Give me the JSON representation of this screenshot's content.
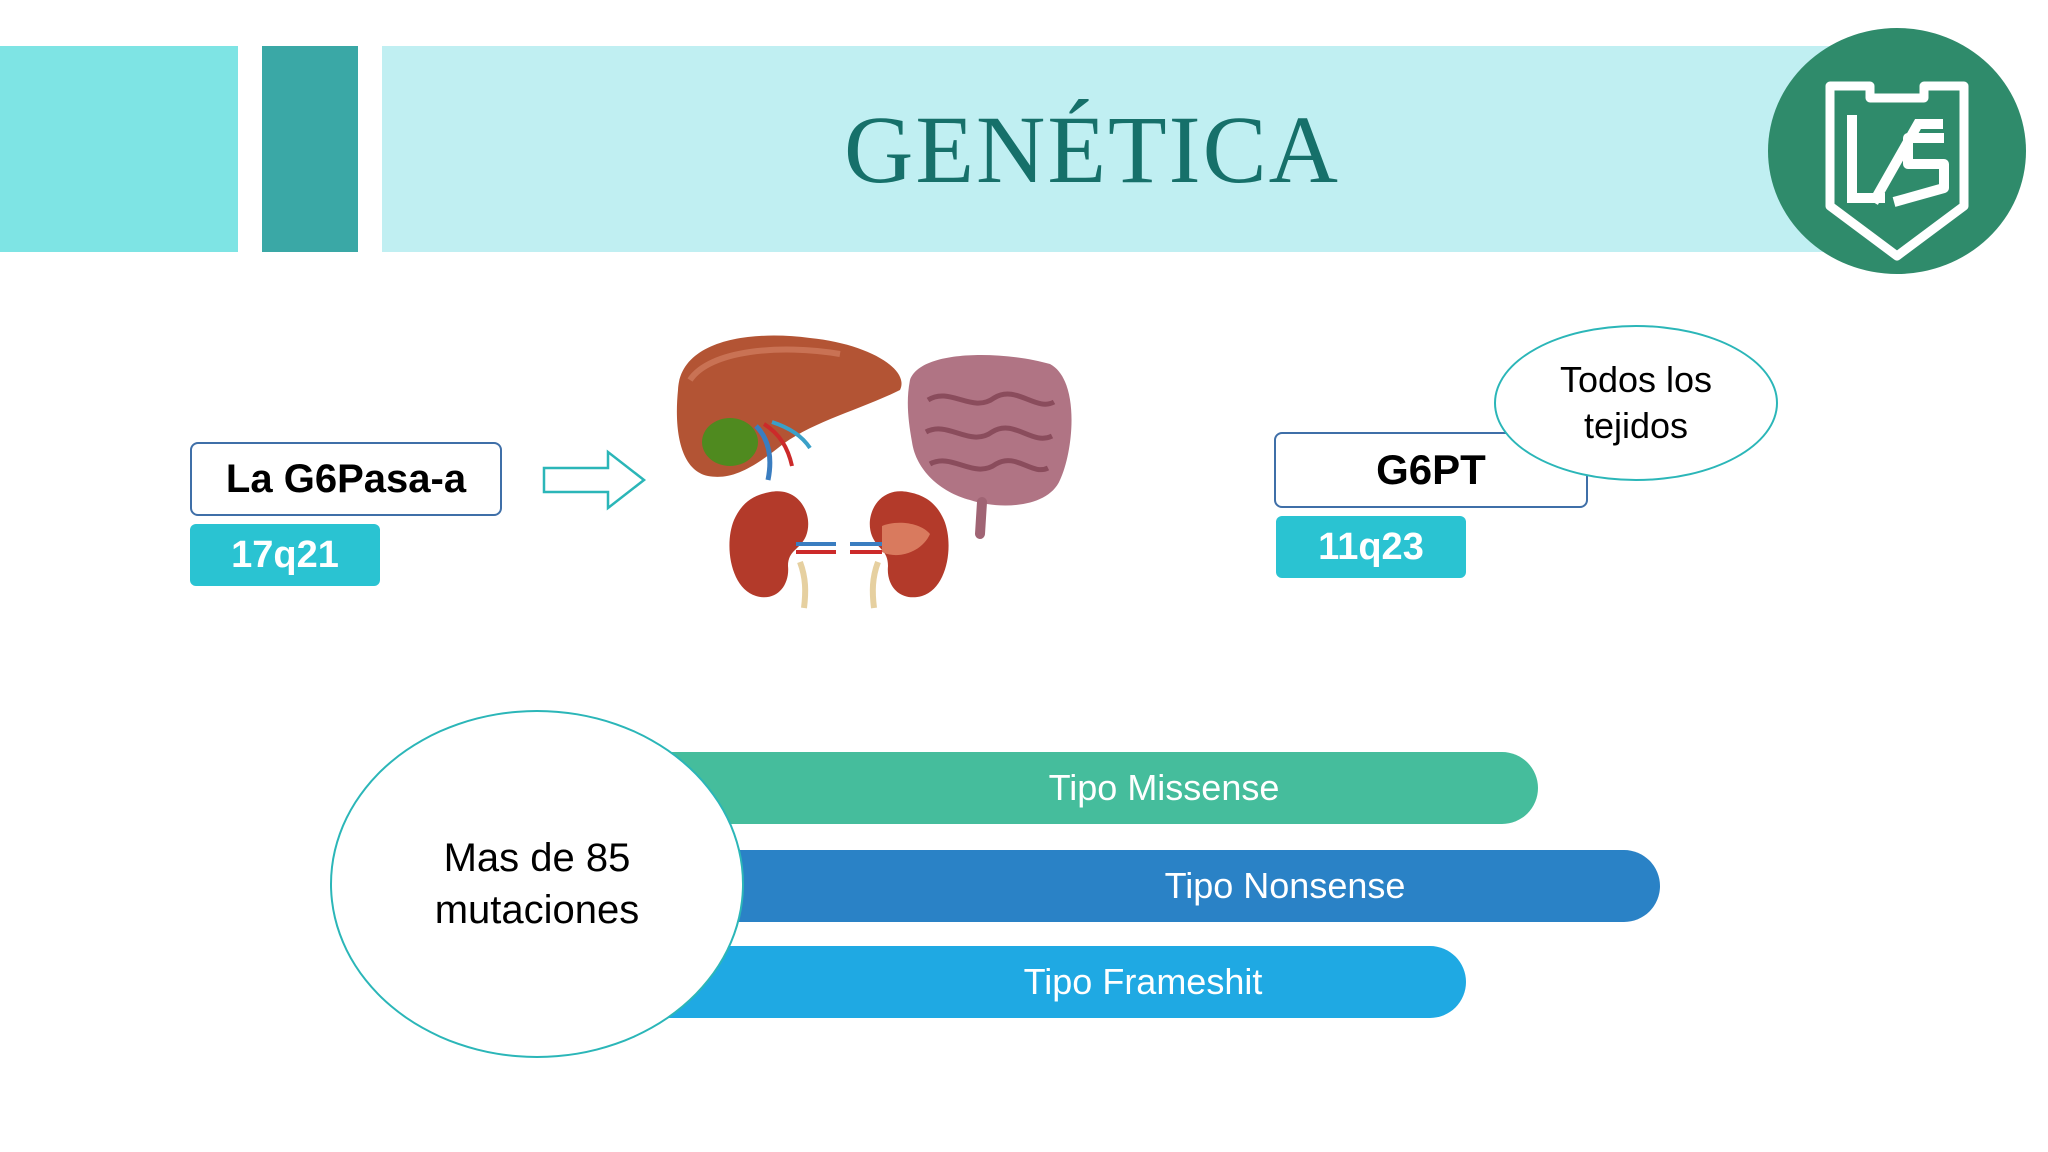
{
  "slide": {
    "title": "GENÉTICA",
    "colors": {
      "header_band": "#c0eff2",
      "header_block_light": "#7ee4e4",
      "header_block_dark": "#3aa8a6",
      "title": "#16706a",
      "logo_circle": "#2f8b6b",
      "locus_fill": "#2ac3d2",
      "gene_border": "#3f6fa8",
      "bubble_border": "#2bb6b8",
      "pill_missense": "#45bd9c",
      "pill_nonsense": "#2a82c6",
      "pill_frameshift": "#1fa9e3",
      "arrow_stroke": "#2bb6b8"
    },
    "logo": {
      "icon": "university-shield-logo-icon"
    },
    "gene_a": {
      "name": "La G6Pasa-a",
      "locus": "17q21"
    },
    "arrow": {
      "icon": "right-arrow-outline-icon"
    },
    "organs": {
      "icons": [
        "liver-icon",
        "intestine-icon",
        "kidneys-icon"
      ]
    },
    "gene_b": {
      "name": "G6PT",
      "locus": "11q23",
      "note": "Todos los tejidos"
    },
    "mutations": {
      "summary": "Mas de 85 mutaciones",
      "types": [
        "Tipo Missense",
        "Tipo Nonsense",
        "Tipo Frameshit"
      ]
    }
  }
}
